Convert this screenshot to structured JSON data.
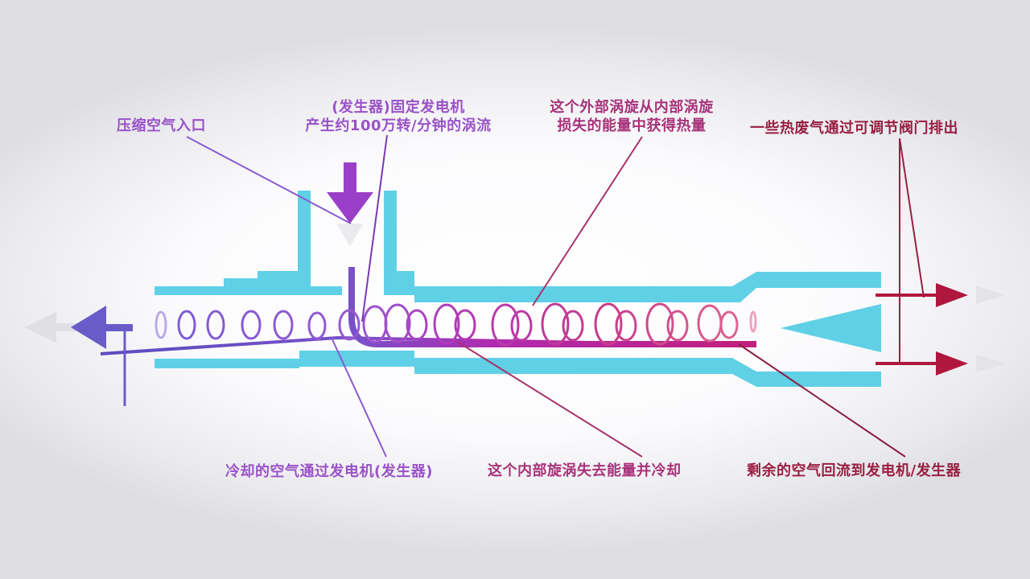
{
  "labels": {
    "compressed_air_inlet": "压缩空气入口",
    "generator_line1": "(发生器)固定发电机",
    "generator_line2": "产生约100万转/分钟的涡流",
    "outer_vortex_line1": "这个外部涡旋从内部涡旋",
    "outer_vortex_line2": "损失的能量中获得热量",
    "hot_exhaust": "一些热废气通过可调节阀门排出",
    "cooled_air": "冷却的空气通过发电机(发生器)",
    "inner_vortex": "这个内部旋涡失去能量并冷却",
    "remaining_air": "剩余的空气回流到发电机/发生器"
  },
  "colors": {
    "tube": "#5fd0e6",
    "cold_arrow": "#6a5cc8",
    "inlet_arrow": "#9a3fc8",
    "hot_arrow": "#b0173e",
    "label_purple": "#9a52c8",
    "label_magenta": "#a8327a",
    "label_crimson": "#9a1e42"
  }
}
